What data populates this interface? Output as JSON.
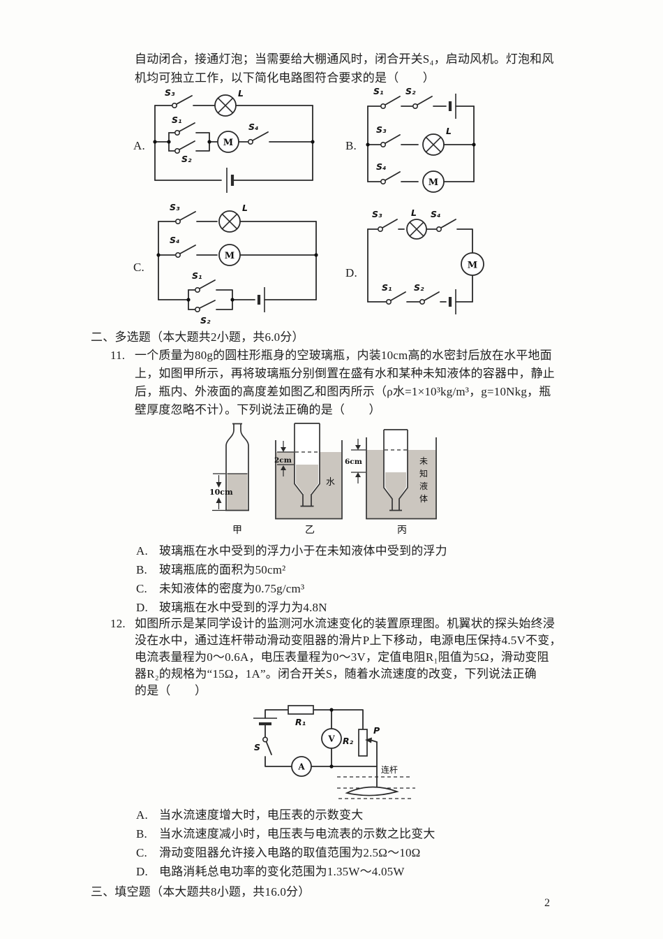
{
  "page": {
    "number": "2"
  },
  "q10_tail": {
    "line1": "自动闭合，接通灯泡；当需要给大棚通风时，闭合开关S₄，启动风机。灯泡和风",
    "line2": "机均可独立工作，以下简化电路图符合要求的是（　　）"
  },
  "circuits": {
    "a": {
      "label": "A.",
      "s1": "S₁",
      "s2": "S₂",
      "s3": "S₃",
      "s4": "S₄",
      "lamp": "L",
      "motor": "M"
    },
    "b": {
      "label": "B.",
      "s1": "S₁",
      "s2": "S₂",
      "s3": "S₃",
      "s4": "S₄",
      "lamp": "L",
      "motor": "M"
    },
    "c": {
      "label": "C.",
      "s1": "S₁",
      "s2": "S₂",
      "s3": "S₃",
      "s4": "S₄",
      "lamp": "L",
      "motor": "M"
    },
    "d": {
      "label": "D.",
      "s1": "S₁",
      "s2": "S₂",
      "s3": "S₃",
      "s4": "S₄",
      "lamp": "L",
      "motor": "M"
    }
  },
  "section2": {
    "heading": "二、多选题（本大题共2小题，共6.0分）"
  },
  "q11": {
    "number": "11.",
    "lines": [
      "一个质量为80g的圆柱形瓶身的空玻璃瓶，内装10cm高的水密封后放在水平地面",
      "上，如图甲所示，再将玻璃瓶分别倒置在盛有水和某种未知液体的容器中，静止",
      "后，瓶内、外液面的高度差如图乙和图丙所示（ρ水=1×10³kg/m³，g=10Nkg，瓶",
      "壁厚度忽略不计）。下列说法正确的是（　　）"
    ],
    "figure": {
      "h_jia": "10cm",
      "h_yi": "2cm",
      "h_bing": "6cm",
      "water": "水",
      "unknown": [
        "未",
        "知",
        "液",
        "体"
      ],
      "jia": "甲",
      "yi": "乙",
      "bing": "丙"
    },
    "options": [
      {
        "marker": "A.",
        "text": "玻璃瓶在水中受到的浮力小于在未知液体中受到的浮力"
      },
      {
        "marker": "B.",
        "text": "玻璃瓶底的面积为50cm²"
      },
      {
        "marker": "C.",
        "text": "未知液体的密度为0.75g/cm³"
      },
      {
        "marker": "D.",
        "text": "玻璃瓶在水中受到的浮力为4.8N"
      }
    ]
  },
  "q12": {
    "number": "12.",
    "lines": [
      "如图所示是某同学设计的监测河水流速变化的装置原理图。机翼状的探头始终浸",
      "没在水中，通过连杆带动滑动变阻器的滑片P上下移动，电源电压保持4.5V不变，",
      "电流表量程为0～0.6A，电压表量程为0～3V，定值电阻R₁阻值为5Ω，滑动变阻",
      "器R₂的规格为“15Ω，1A”。闭合开关S，随着水流速度的改变，下列说法正确",
      "的是（　　）"
    ],
    "figure": {
      "r1": "R₁",
      "r2": "R₂",
      "p": "P",
      "s": "S",
      "voltmeter": "V",
      "ammeter": "A",
      "rod": "连杆"
    },
    "options": [
      {
        "marker": "A.",
        "text": "当水流速度增大时，电压表的示数变大"
      },
      {
        "marker": "B.",
        "text": "当水流速度减小时，电压表与电流表的示数之比变大"
      },
      {
        "marker": "C.",
        "text": "滑动变阻器允许接入电路的取值范围为2.5Ω～10Ω"
      },
      {
        "marker": "D.",
        "text": "电路消耗总电功率的变化范围为1.35W～4.05W"
      }
    ]
  },
  "section3": {
    "heading": "三、填空题（本大题共8小题，共16.0分）"
  }
}
